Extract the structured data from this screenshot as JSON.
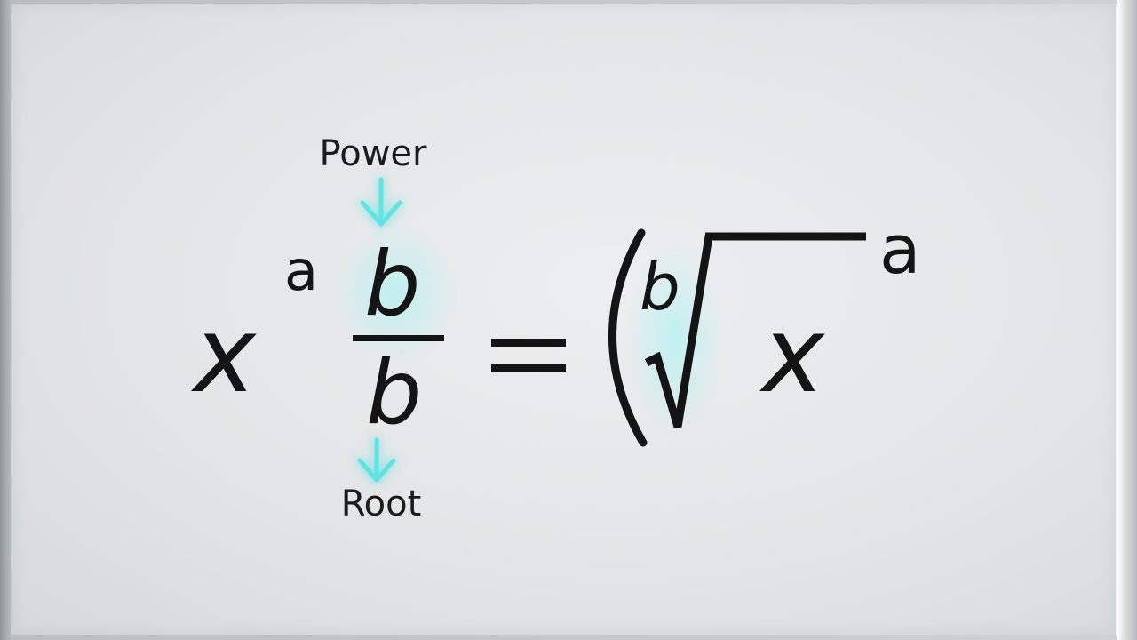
{
  "diagram": {
    "labels": {
      "power": "Power",
      "root": "Root"
    },
    "lhs": {
      "base": "x",
      "exponent_symbol": "a",
      "numerator": "b",
      "denominator": "b"
    },
    "equals": "=",
    "rhs": {
      "root_index": "b",
      "radicand": "x",
      "outer_exponent": "a"
    },
    "colors": {
      "ink": "#141414",
      "arrow": "#5fe3e3",
      "glow": "#7ff0f0"
    },
    "icons": {
      "power_arrow": "arrow-down-icon",
      "root_arrow": "arrow-down-icon"
    }
  }
}
